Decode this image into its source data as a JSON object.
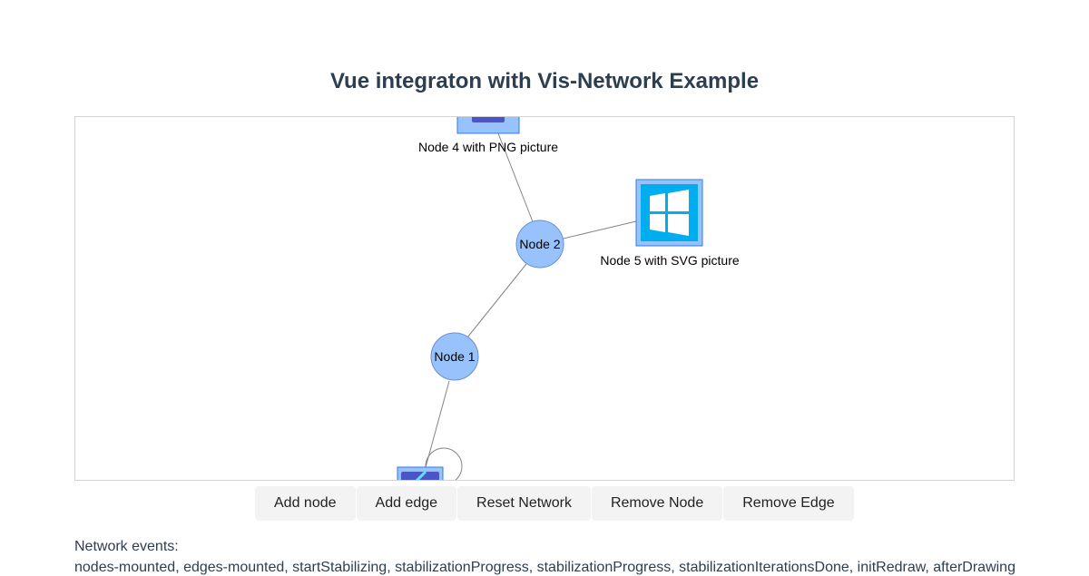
{
  "page": {
    "title": "Vue integraton with Vis-Network Example"
  },
  "network": {
    "nodes": {
      "node1": {
        "label": "Node 1"
      },
      "node2": {
        "label": "Node 2"
      },
      "node4": {
        "label": "Node 4 with PNG picture",
        "icon": "png-picture-icon"
      },
      "node5": {
        "label": "Node 5 with SVG picture",
        "icon": "windows-logo-icon"
      },
      "node3": {
        "icon": "png-picture-icon"
      }
    },
    "colors": {
      "node_fill": "#97c2fc",
      "node_border": "#2b7ce9",
      "edge": "#848484",
      "windows_blue": "#00adef"
    }
  },
  "toolbar": {
    "add_node": "Add node",
    "add_edge": "Add edge",
    "reset_network": "Reset Network",
    "remove_node": "Remove Node",
    "remove_edge": "Remove Edge"
  },
  "events": {
    "label": "Network events:",
    "list": "nodes-mounted, edges-mounted, startStabilizing, stabilizationProgress, stabilizationProgress, stabilizationIterationsDone, initRedraw, afterDrawing"
  }
}
